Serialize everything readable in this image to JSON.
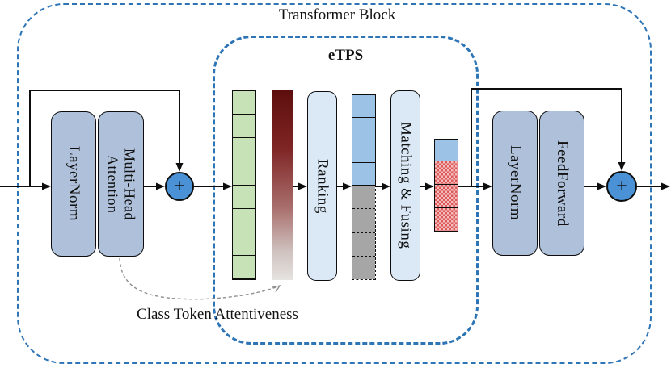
{
  "colors": {
    "dashed_border": "#2E75B6",
    "block_fill": "#AFC0DA",
    "panel_fill": "#DBE9F6",
    "green_cell": "#C8E2B8",
    "blue_cell": "#9CC3E5",
    "gray_cell": "#A6A6A6",
    "plus_circle": "#4A91D6",
    "gradient_top": "#5E0E0E",
    "gradient_bottom": "#E6E3E0",
    "red_cell_light": "#F4BCBC",
    "red_cell_dark": "#DD5A5A"
  },
  "outer_block": {
    "title": "Transformer Block"
  },
  "etps": {
    "title": "eTPS",
    "ranking_label": "Ranking",
    "matching_label": "Matching & Fusing",
    "token_column": {
      "cell_count": 8
    },
    "attentiveness_bar": {
      "description": "class token attentiveness gradient, high (dark red, top) to low (light, bottom)"
    },
    "sorted_column": {
      "kept_cell_count": 4,
      "dropped_cell_count": 4
    },
    "fused_column": {
      "kept_cell_count": 1,
      "fused_cell_count": 3
    }
  },
  "left_group": {
    "layernorm_label": "LayerNorm",
    "mha_label": "Multi-Head Attention",
    "mha_lines": [
      "Multi-Head",
      "Attention"
    ],
    "add_symbol": "+"
  },
  "right_group": {
    "layernorm_label": "LayerNorm",
    "feedforward_label": "FeedForward",
    "add_symbol": "+"
  },
  "caption": {
    "text": "Class Token Attentiveness"
  }
}
